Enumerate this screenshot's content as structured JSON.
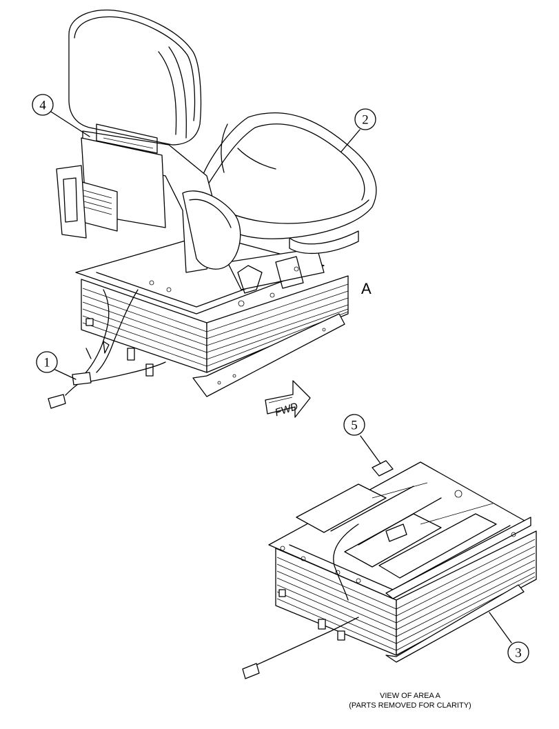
{
  "callouts": [
    {
      "label": "1"
    },
    {
      "label": "2"
    },
    {
      "label": "3"
    },
    {
      "label": "4"
    },
    {
      "label": "5"
    }
  ],
  "area_label": "A",
  "fwd_label": "FWD",
  "view_caption": {
    "line1": "VIEW OF AREA A",
    "line2": "(PARTS REMOVED FOR CLARITY)"
  }
}
